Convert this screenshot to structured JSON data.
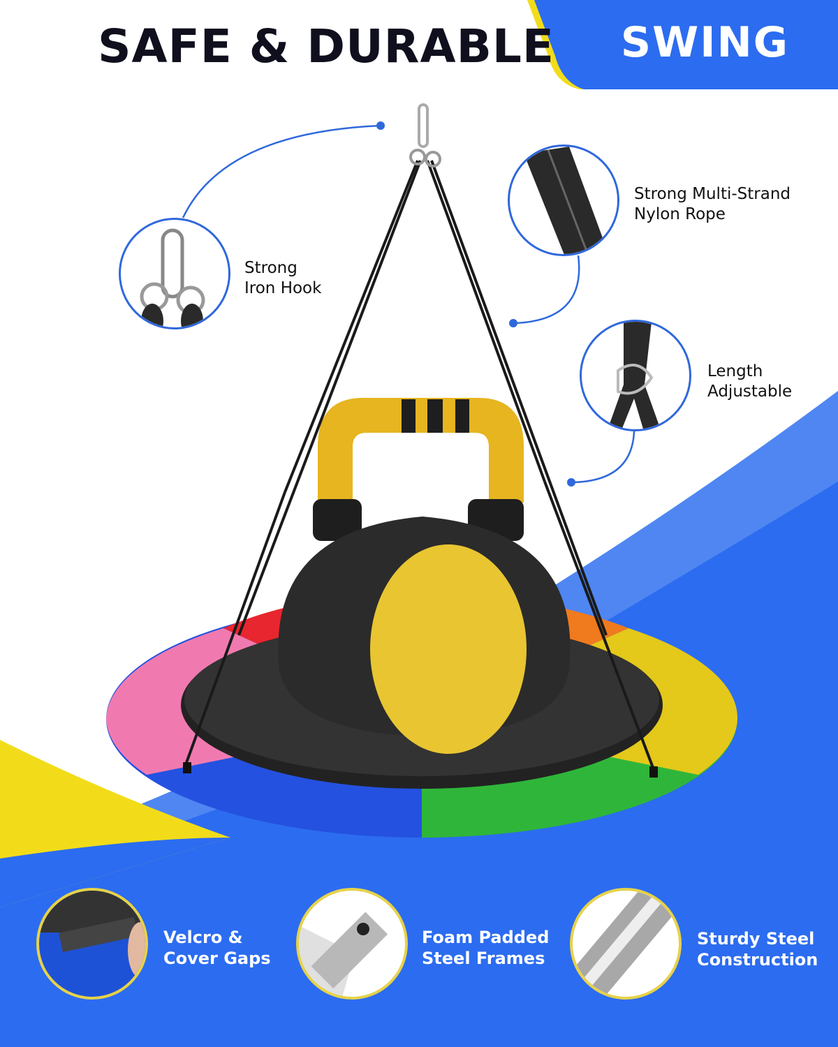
{
  "header": {
    "title": "SAFE & DURABLE",
    "tag": "SWING"
  },
  "features": [
    {
      "label_line1": "Strong",
      "label_line2": "Iron Hook",
      "icon": "carabiner-hook-icon"
    },
    {
      "label_line1": "Strong Multi-Strand",
      "label_line2": "Nylon Rope",
      "icon": "braided-rope-icon"
    },
    {
      "label_line1": "Length",
      "label_line2": "Adjustable",
      "icon": "rope-adjuster-icon"
    }
  ],
  "bottom_features": [
    {
      "label_line1": "Velcro &",
      "label_line2": "Cover Gaps",
      "icon": "velcro-strap-icon"
    },
    {
      "label_line1": "Foam Padded",
      "label_line2": "Steel Frames",
      "icon": "padded-tube-icon"
    },
    {
      "label_line1": "Sturdy Steel",
      "label_line2": "Construction",
      "icon": "steel-tube-icon"
    }
  ],
  "colors": {
    "brand_blue": "#2c6cf0",
    "accent_yellow": "#f2dc1a",
    "title_text": "#0f0f1e",
    "callout_line": "#2f68dc",
    "ring_segments": [
      "#e8262f",
      "#f07ab0",
      "#2451e0",
      "#2fb63a",
      "#e4c81a",
      "#f07a1e"
    ]
  }
}
